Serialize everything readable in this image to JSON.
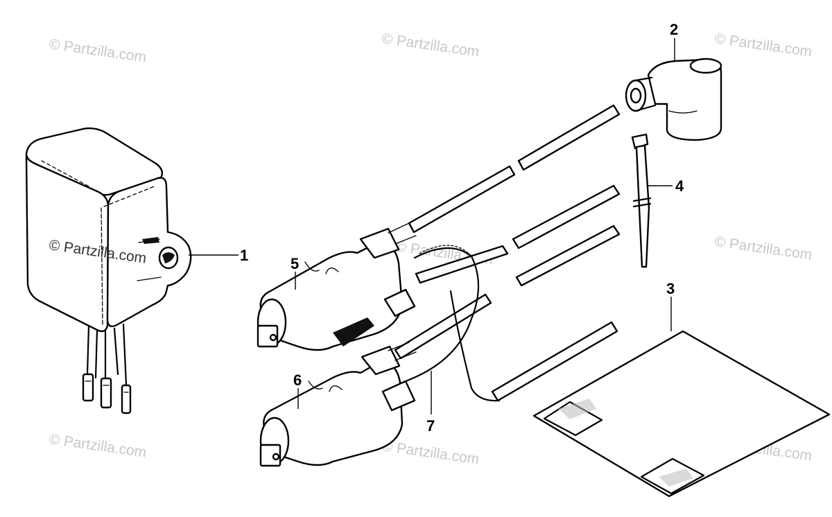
{
  "diagram": {
    "callouts": [
      {
        "id": "1",
        "label": "1"
      },
      {
        "id": "2",
        "label": "2"
      },
      {
        "id": "3",
        "label": "3"
      },
      {
        "id": "4",
        "label": "4"
      },
      {
        "id": "5",
        "label": "5"
      },
      {
        "id": "6",
        "label": "6"
      },
      {
        "id": "7",
        "label": "7"
      }
    ],
    "watermark_text": "© Partzilla.com",
    "colors": {
      "ink": "#000000",
      "watermark": "#c7c7c7",
      "background": "#ffffff"
    }
  }
}
